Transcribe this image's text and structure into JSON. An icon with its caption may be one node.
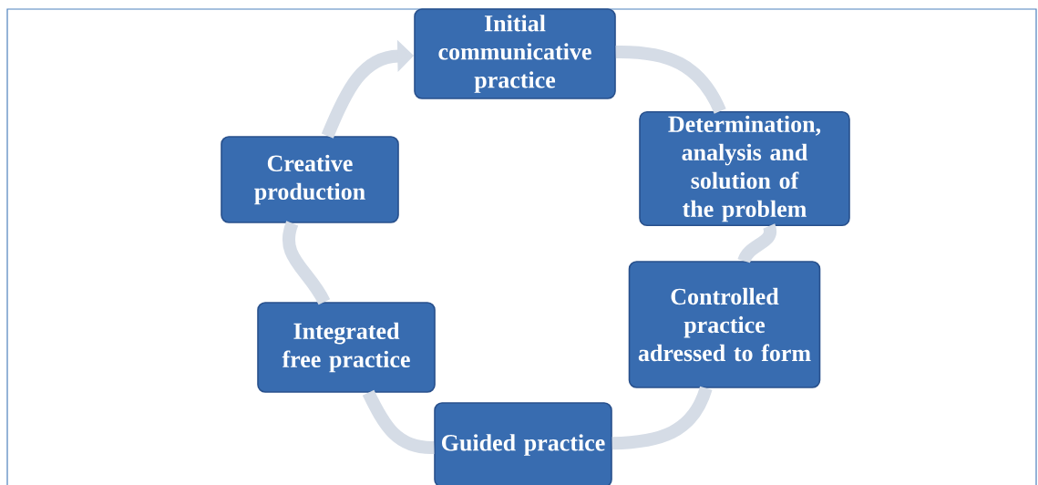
{
  "diagram": {
    "nodes": [
      {
        "text": [
          "Initial communicative practice"
        ]
      },
      {
        "text": [
          "Determination, analysis and solution of the problem"
        ]
      },
      {
        "text": [
          "Controlled practice adressed to form"
        ]
      },
      {
        "text": [
          "Guided practice"
        ]
      },
      {
        "text": [
          "Integrated free practice"
        ]
      },
      {
        "text": [
          "Creative production"
        ]
      }
    ],
    "edges": [
      {
        "from": 0,
        "to": 1,
        "arrow": "none"
      },
      {
        "from": 1,
        "to": 2,
        "arrow": "none"
      },
      {
        "from": 2,
        "to": 3,
        "arrow": "none"
      },
      {
        "from": 3,
        "to": 4,
        "arrow": "none"
      },
      {
        "from": 4,
        "to": 5,
        "arrow": "none"
      },
      {
        "from": 5,
        "to": 0,
        "arrow": "to"
      }
    ]
  }
}
